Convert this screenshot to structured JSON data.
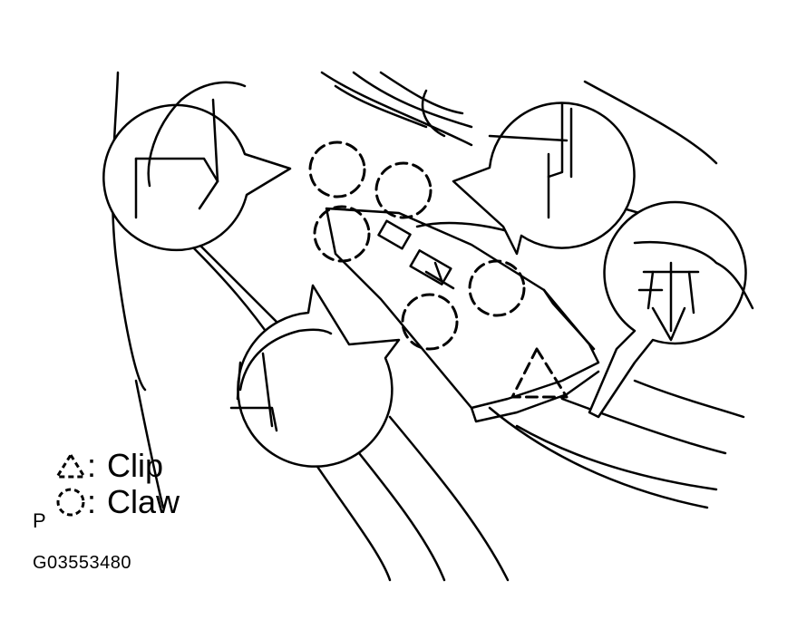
{
  "legend": {
    "clip_symbol": "triangle-dashed-icon",
    "clip_label": "Clip",
    "claw_symbol": "circle-dashed-icon",
    "claw_label": "Claw",
    "colon": ":",
    "prefix_letter": "P"
  },
  "figure_code": "G03553480",
  "colors": {
    "line": "#000000",
    "background": "#ffffff"
  }
}
